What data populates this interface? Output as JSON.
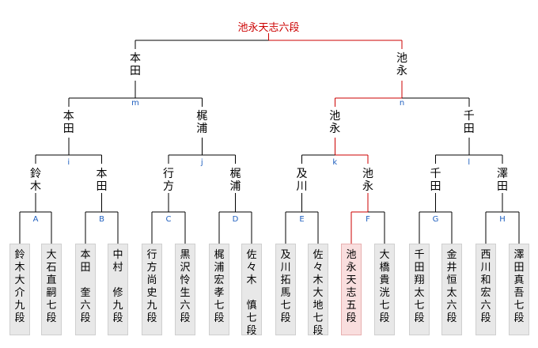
{
  "colors": {
    "line": "#000000",
    "win_line": "#cc0000",
    "label": "#1f5fbf",
    "box": "#e8e8e8",
    "win_box": "#f9dede"
  },
  "champion": "池永天志六段",
  "final": {
    "left": "本田",
    "right": "池永",
    "winner": "right"
  },
  "semis": [
    {
      "label": "m",
      "left": "本田",
      "right": "梶浦",
      "winner": null
    },
    {
      "label": "n",
      "left": "池永",
      "right": "千田",
      "winner": "left"
    }
  ],
  "quarters": [
    {
      "label": "i",
      "left": "鈴木",
      "right": "本田",
      "winner": null
    },
    {
      "label": "j",
      "left": "行方",
      "right": "梶浦",
      "winner": null
    },
    {
      "label": "k",
      "left": "及川",
      "right": "池永",
      "winner": "right"
    },
    {
      "label": "l",
      "left": "千田",
      "right": "澤田",
      "winner": null
    }
  ],
  "first_round": [
    {
      "label": "A",
      "players": [
        "鈴木大介九段",
        "大石直嗣七段"
      ],
      "winner": null
    },
    {
      "label": "B",
      "players": [
        "本田　奎六段",
        "中村　修九段"
      ],
      "winner": null
    },
    {
      "label": "C",
      "players": [
        "行方尚史九段",
        "黒沢怜生六段"
      ],
      "winner": null
    },
    {
      "label": "D",
      "players": [
        "梶浦宏孝七段",
        "佐々木　慎七段"
      ],
      "winner": null
    },
    {
      "label": "E",
      "players": [
        "及川拓馬七段",
        "佐々木大地七段"
      ],
      "winner": null
    },
    {
      "label": "F",
      "players": [
        "池永天志五段",
        "大橋貴洸七段"
      ],
      "winner": 0
    },
    {
      "label": "G",
      "players": [
        "千田翔太七段",
        "金井恒太六段"
      ],
      "winner": null
    },
    {
      "label": "H",
      "players": [
        "西川和宏六段",
        "澤田真吾七段"
      ],
      "winner": null
    }
  ]
}
